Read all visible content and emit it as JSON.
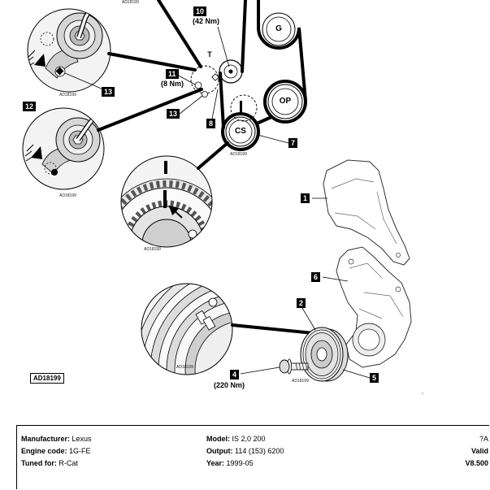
{
  "figure": {
    "ref_code": "AD18199",
    "ref_code_boxed": "AD18199",
    "callouts": [
      "10",
      "11",
      "13",
      "13",
      "12",
      "8",
      "7",
      "1",
      "6",
      "2",
      "4",
      "5"
    ],
    "torques": [
      "(42 Nm)",
      "(8 Nm)",
      "(220 Nm)"
    ],
    "pulleys": [
      "G",
      "T",
      "OP",
      "CS"
    ]
  },
  "footer": {
    "rows": [
      {
        "left_label": "Manufacturer:",
        "left_value": "Lexus",
        "mid_label": "Model:",
        "mid_value": "IS 2,0 200",
        "right": "?A"
      },
      {
        "left_label": "Engine code:",
        "left_value": "1G-FE",
        "mid_label": "Output:",
        "mid_value": "114 (153) 6200",
        "right": "Valid"
      },
      {
        "left_label": "Tuned for:",
        "left_value": "R-Cat",
        "mid_label": "Year:",
        "mid_value": "1999-05",
        "right": "V8.500"
      }
    ]
  }
}
